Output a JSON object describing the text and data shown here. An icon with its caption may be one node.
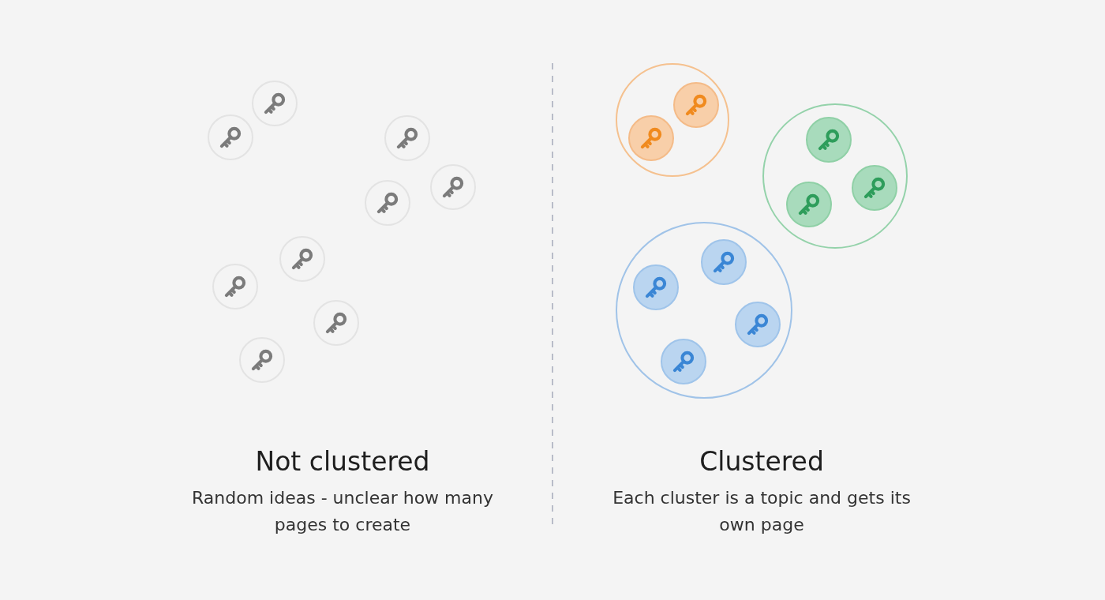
{
  "diagram": {
    "nodes": [
      {
        "text": [],
        "shape": "circle"
      },
      {
        "text": [],
        "shape": "circle"
      },
      {
        "text": [],
        "shape": "circle"
      },
      {
        "text": [],
        "shape": "circle"
      },
      {
        "text": [],
        "shape": "circle"
      },
      {
        "text": [],
        "shape": "circle"
      },
      {
        "text": [],
        "shape": "circle"
      },
      {
        "text": [],
        "shape": "circle"
      },
      {
        "text": [],
        "shape": "circle"
      },
      {
        "text": [],
        "shape": "circle"
      },
      {
        "text": [],
        "shape": "circle",
        "in": 9
      },
      {
        "text": [],
        "shape": "circle",
        "in": 9
      },
      {
        "text": [],
        "shape": "circle"
      },
      {
        "text": [],
        "shape": "circle",
        "in": 12
      },
      {
        "text": [],
        "shape": "circle",
        "in": 12
      },
      {
        "text": [],
        "shape": "circle",
        "in": 12
      },
      {
        "text": [],
        "shape": "circle"
      },
      {
        "text": [],
        "shape": "circle",
        "in": 16
      },
      {
        "text": [],
        "shape": "circle",
        "in": 16
      },
      {
        "text": [],
        "shape": "circle",
        "in": 16
      },
      {
        "text": [],
        "shape": "circle",
        "in": 16
      }
    ],
    "labels": [
      "Not clustered",
      "Random ideas - unclear how many pages to create",
      "Clustered",
      "Each cluster is a topic and gets its own page"
    ]
  }
}
